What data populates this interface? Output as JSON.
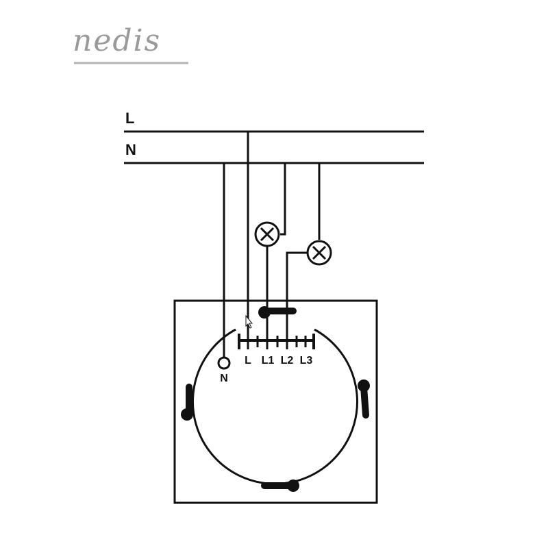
{
  "brand": {
    "logo_text": "nedis"
  },
  "mains": {
    "live_label": "L",
    "neutral_label": "N"
  },
  "switch": {
    "neutral_terminal_label": "N",
    "terminal_labels": [
      "L",
      "L1",
      "L2",
      "L3"
    ]
  },
  "colors": {
    "line": "#111111",
    "logo": "#9a9a9a",
    "background": "#ffffff"
  }
}
